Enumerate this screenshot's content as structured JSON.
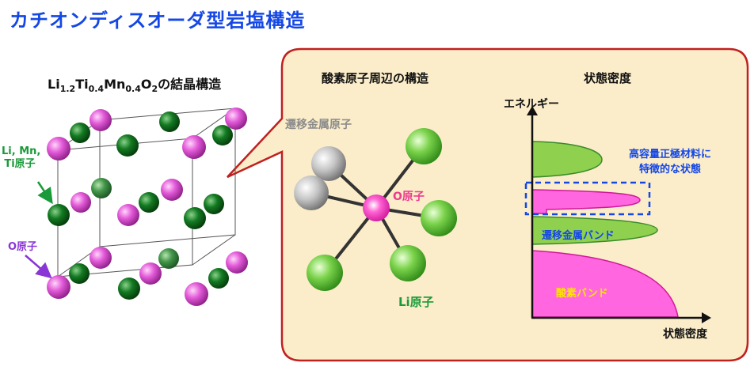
{
  "title": "カチオンディスオーダ型岩塩構造",
  "crystal": {
    "formula_parts": [
      "Li",
      "1.2",
      "Ti",
      "0.4",
      "Mn",
      "0.4",
      "O",
      "2",
      "の結晶構造"
    ],
    "label_cations": [
      "Li, Mn,",
      "Ti原子"
    ],
    "label_oxygen": "O原子"
  },
  "oxygen_environment": {
    "title": "酸素原子周辺の構造",
    "transition_metal_label": "遷移金属原子",
    "oxygen_label": "O原子",
    "lithium_label": "Li原子"
  },
  "density_of_states": {
    "title": "状態密度",
    "y_axis_label": "エネルギー",
    "x_axis_label": "状態密度",
    "note_lines": [
      "高容量正極材料に",
      "特徴的な状態"
    ],
    "transition_metal_band": "遷移金属バンド",
    "oxygen_band": "酸素バンド"
  },
  "colors": {
    "title": "#1447e6",
    "callout_fill": "#fbedc9",
    "callout_stroke": "#c02020",
    "oxygen_atom": "#e14fd8",
    "dark_green_atom": "#0e6a1d",
    "green_atom": "#3e9a3e",
    "light_green_atom": "#6ccf3a",
    "grey_atom": "#b5b5b5",
    "band_green": "#8fd14f",
    "band_pink": "#ff66e0"
  }
}
